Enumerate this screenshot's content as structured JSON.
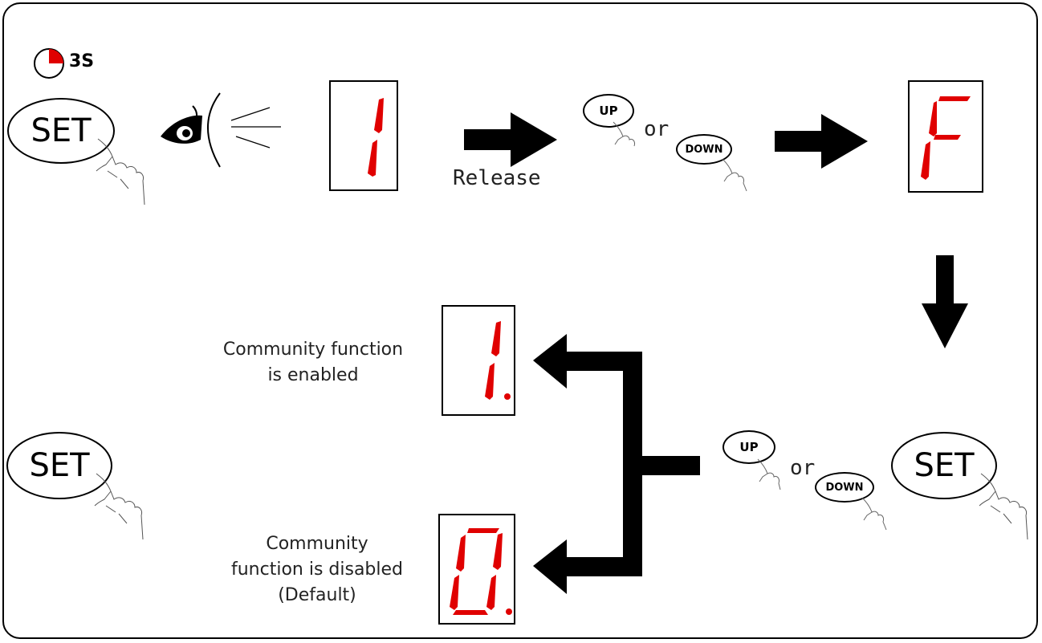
{
  "timer": {
    "label": "3S"
  },
  "buttons": {
    "set": "SET",
    "up": "UP",
    "down": "DOWN"
  },
  "connectors": {
    "or": "or",
    "release": "Release"
  },
  "displays": {
    "first": "1",
    "second": "F",
    "enabled": "1.",
    "disabled": "0."
  },
  "labels": {
    "enabled_line1": "Community function",
    "enabled_line2": "is enabled",
    "disabled_line1": "Community",
    "disabled_line2": "function is disabled",
    "disabled_line3": "(Default)"
  },
  "colors": {
    "segment": "#e00000",
    "ink": "#000000"
  }
}
